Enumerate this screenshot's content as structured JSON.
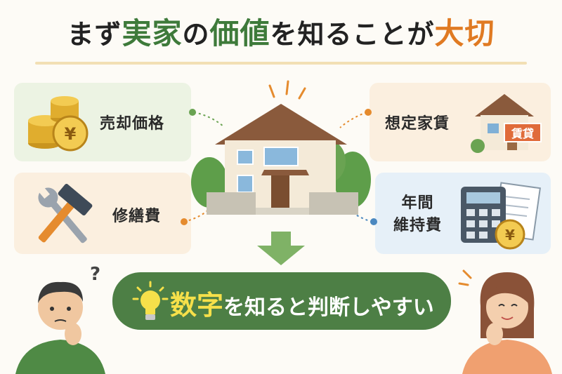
{
  "title": {
    "part1": "まず",
    "part2": "実家",
    "part3": "の",
    "part4": "価値",
    "part5": "を知ることが",
    "part6": "大切"
  },
  "cards": {
    "sale": "売却価格",
    "repair": "修繕費",
    "rent": "想定家賃",
    "annual_line1": "年間",
    "annual_line2": "維持費"
  },
  "rent_sign": "賃貸",
  "coin_symbol": "¥",
  "banner": {
    "highlight": "数字",
    "rest": "を知ると判断しやすい"
  },
  "question_mark": "?",
  "colors": {
    "title_green": "#3e7a3a",
    "title_orange": "#e07a22",
    "banner_green": "#4d7f45",
    "highlight_yellow": "#f6e04a"
  },
  "icons": [
    "coins-icon",
    "hammer-wrench-icon",
    "rental-house-icon",
    "calculator-icon",
    "house-icon",
    "down-arrow-icon",
    "lightbulb-icon"
  ]
}
